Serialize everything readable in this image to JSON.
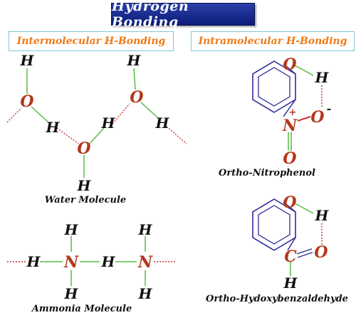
{
  "title": "Hydrogen Bonding",
  "sections": {
    "intermolecular": "Intermolecular H-Bonding",
    "intramolecular": "Intramolecular H-Bonding"
  },
  "captions": {
    "water": "Water Molecule",
    "ammonia": "Ammonia Molecule",
    "nitrophenol": "Ortho-Nitrophenol",
    "hydroxybenzaldehyde": "Ortho-Hydoxybenzaldehyde"
  },
  "atoms": {
    "hydrogen": "H",
    "oxygen": "O",
    "nitrogen": "N"
  },
  "charges": {
    "positive": "+",
    "negative": "-"
  },
  "colors": {
    "title_bg": "#1a2c92",
    "section_text": "#f07a18",
    "section_border": "#7fc8d6",
    "hydrogen": "#111111",
    "oxygen": "#b5371a",
    "nitrogen": "#b5371a",
    "covalent_bond": "#55bb44",
    "hydrogen_bond": "#cc3333",
    "ring": "#2f2a9a"
  }
}
